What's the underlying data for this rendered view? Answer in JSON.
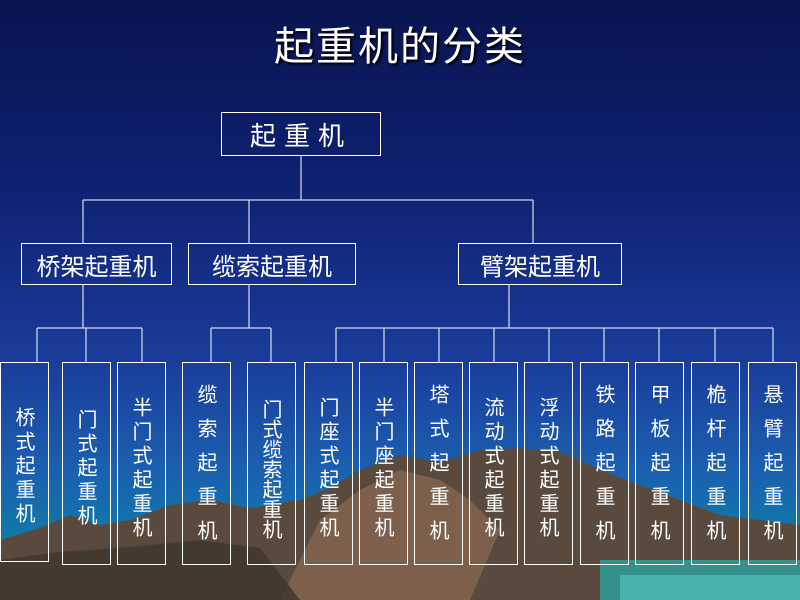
{
  "title": "起重机的分类",
  "root": {
    "label": "起重机"
  },
  "categories": [
    {
      "label": "桥架起重机",
      "items": [
        {
          "label": "桥式起重机"
        },
        {
          "label": "门式起重机"
        },
        {
          "label": "半门式起重机"
        }
      ]
    },
    {
      "label": "缆索起重机",
      "items": [
        {
          "label": "缆索起重机"
        },
        {
          "label": "门式缆索起重机"
        }
      ]
    },
    {
      "label": "臂架起重机",
      "items": [
        {
          "label": "门座式起重机"
        },
        {
          "label": "半门座起重机"
        },
        {
          "label": "塔式起重机"
        },
        {
          "label": "流动式起重机"
        },
        {
          "label": "浮动式起重机"
        },
        {
          "label": "铁路起重机"
        },
        {
          "label": "甲板起重机"
        },
        {
          "label": "桅杆起重机"
        },
        {
          "label": "悬臂起重机"
        }
      ]
    }
  ],
  "colors": {
    "text": "#ffffff",
    "lines": "#ffffff",
    "background_top": "#0a1450",
    "background_bottom": "#0a6f8e"
  }
}
